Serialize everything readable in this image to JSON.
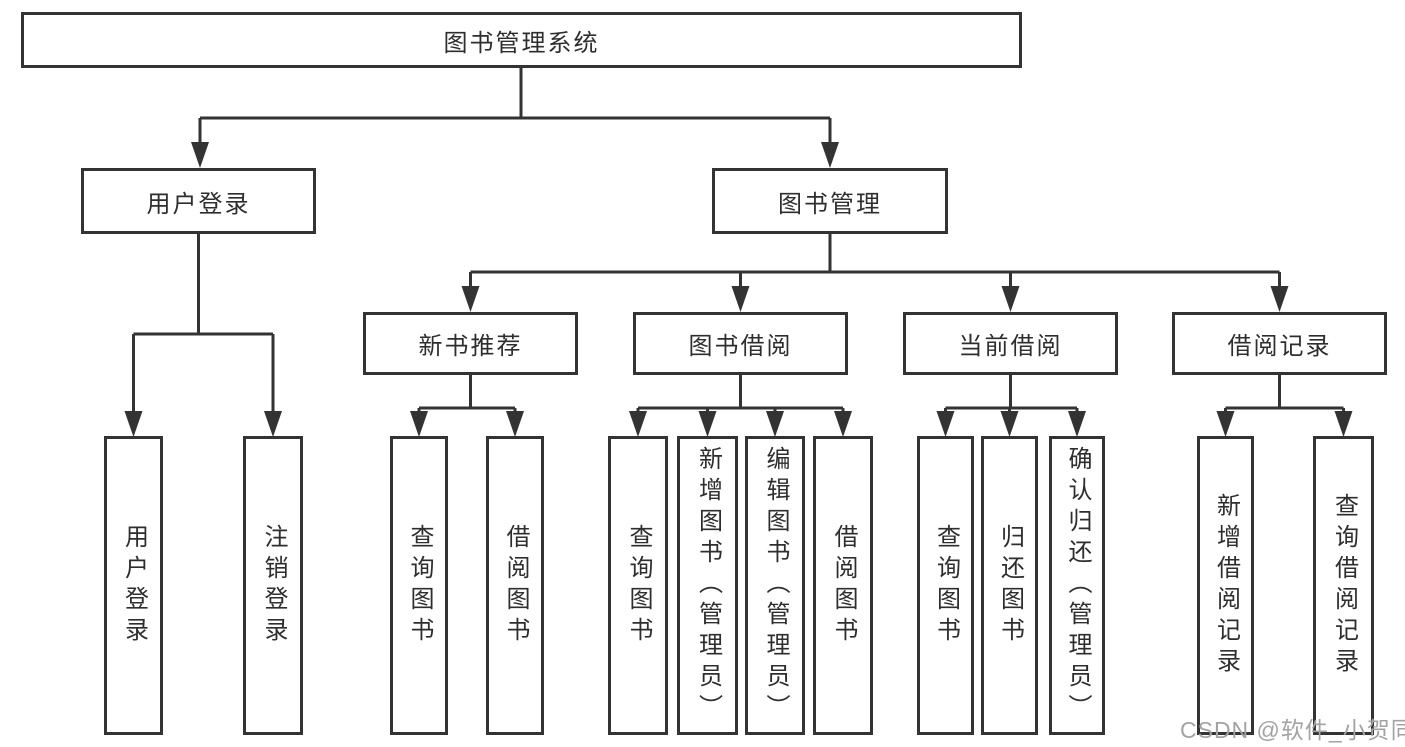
{
  "diagram": {
    "root": {
      "label": "图书管理系统"
    },
    "branches": [
      {
        "label": "用户登录",
        "children": [
          {
            "label": "用户登录"
          },
          {
            "label": "注销登录"
          }
        ]
      },
      {
        "label": "图书管理",
        "sections": [
          {
            "label": "新书推荐",
            "children": [
              {
                "label": "查询图书"
              },
              {
                "label": "借阅图书"
              }
            ]
          },
          {
            "label": "图书借阅",
            "children": [
              {
                "label": "查询图书"
              },
              {
                "label": "新增图书（管理员）"
              },
              {
                "label": "编辑图书（管理员）"
              },
              {
                "label": "借阅图书"
              }
            ]
          },
          {
            "label": "当前借阅",
            "children": [
              {
                "label": "查询图书"
              },
              {
                "label": "归还图书"
              },
              {
                "label": "确认归还（管理员）"
              }
            ]
          },
          {
            "label": "借阅记录",
            "children": [
              {
                "label": "新增借阅记录"
              },
              {
                "label": "查询借阅记录"
              }
            ]
          }
        ]
      }
    ]
  },
  "watermark": {
    "text": "CSDN @软件_小贺同学"
  },
  "colors": {
    "line": "#333333",
    "text": "#2e2e2e",
    "watermark": "#a3a3a3",
    "background": "#ffffff"
  }
}
